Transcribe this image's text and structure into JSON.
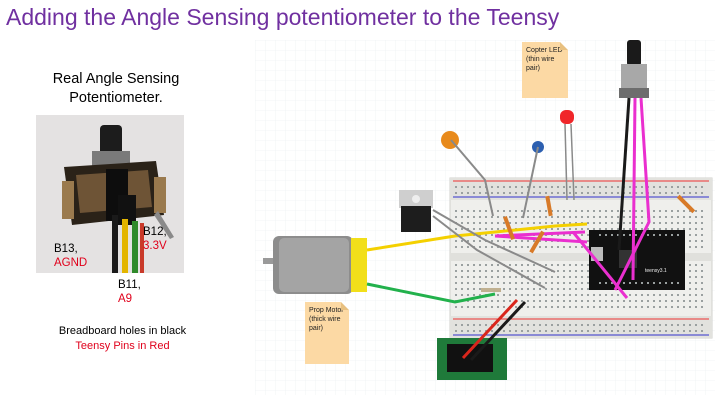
{
  "title": "Adding the Angle Sensing potentiometer to the Teensy",
  "photo_caption": {
    "line1": "Real Angle Sensing",
    "line2": "Potentiometer."
  },
  "pin_labels": {
    "b12_hole": "B12,",
    "b12_pin": "3.3V",
    "b13_hole": "B13,",
    "b13_pin": "AGND",
    "b11_hole": "B11,",
    "b11_pin": "A9"
  },
  "legend": {
    "black_text": "Breadboard holes in black",
    "red_text": "Teensy Pins in Red"
  },
  "notes": {
    "copter_led": "Copter LED (thin wire pair)",
    "prop_motor": "Prop Motor (thick wire pair)"
  },
  "chip_label": "teensy3.1",
  "colors": {
    "title": "#7030a0",
    "pin_red": "#e0001b",
    "note_bg": "#fcd9a4",
    "wire_magenta": "#ea2fcf",
    "wire_yellow": "#f4d000",
    "wire_green": "#22b14c",
    "wire_red": "#d9261c"
  }
}
